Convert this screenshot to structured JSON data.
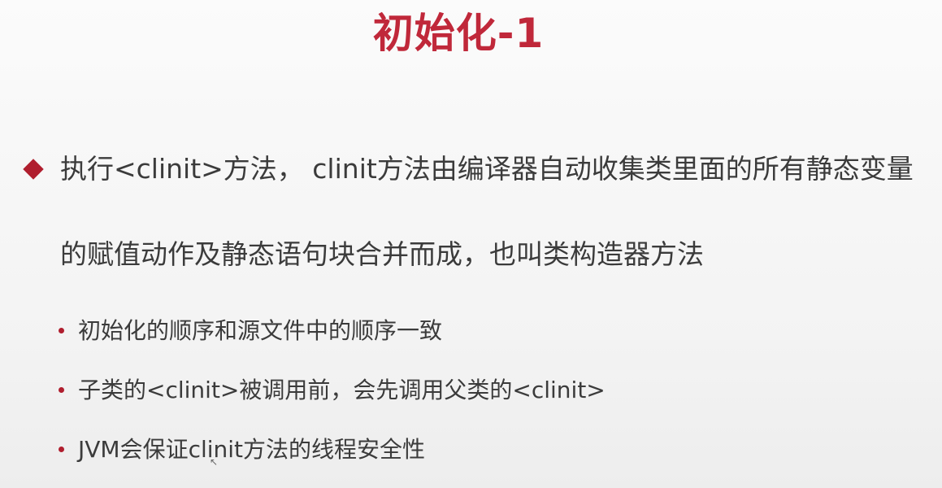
{
  "slide": {
    "title": "初始化-1",
    "main_bullet": {
      "text": "执行<clinit>方法， clinit方法由编译器自动收集类里面的所有静态变量的赋值动作及静态语句块合并而成，也叫类构造器方法"
    },
    "sub_bullets": [
      {
        "text": "初始化的顺序和源文件中的顺序一致"
      },
      {
        "text": "子类的<clinit>被调用前，会先调用父类的<clinit>"
      },
      {
        "text": "JVM会保证clinit方法的线程安全性"
      }
    ],
    "accent_color": "#c0283a",
    "bullet_color": "#b01e2e"
  }
}
